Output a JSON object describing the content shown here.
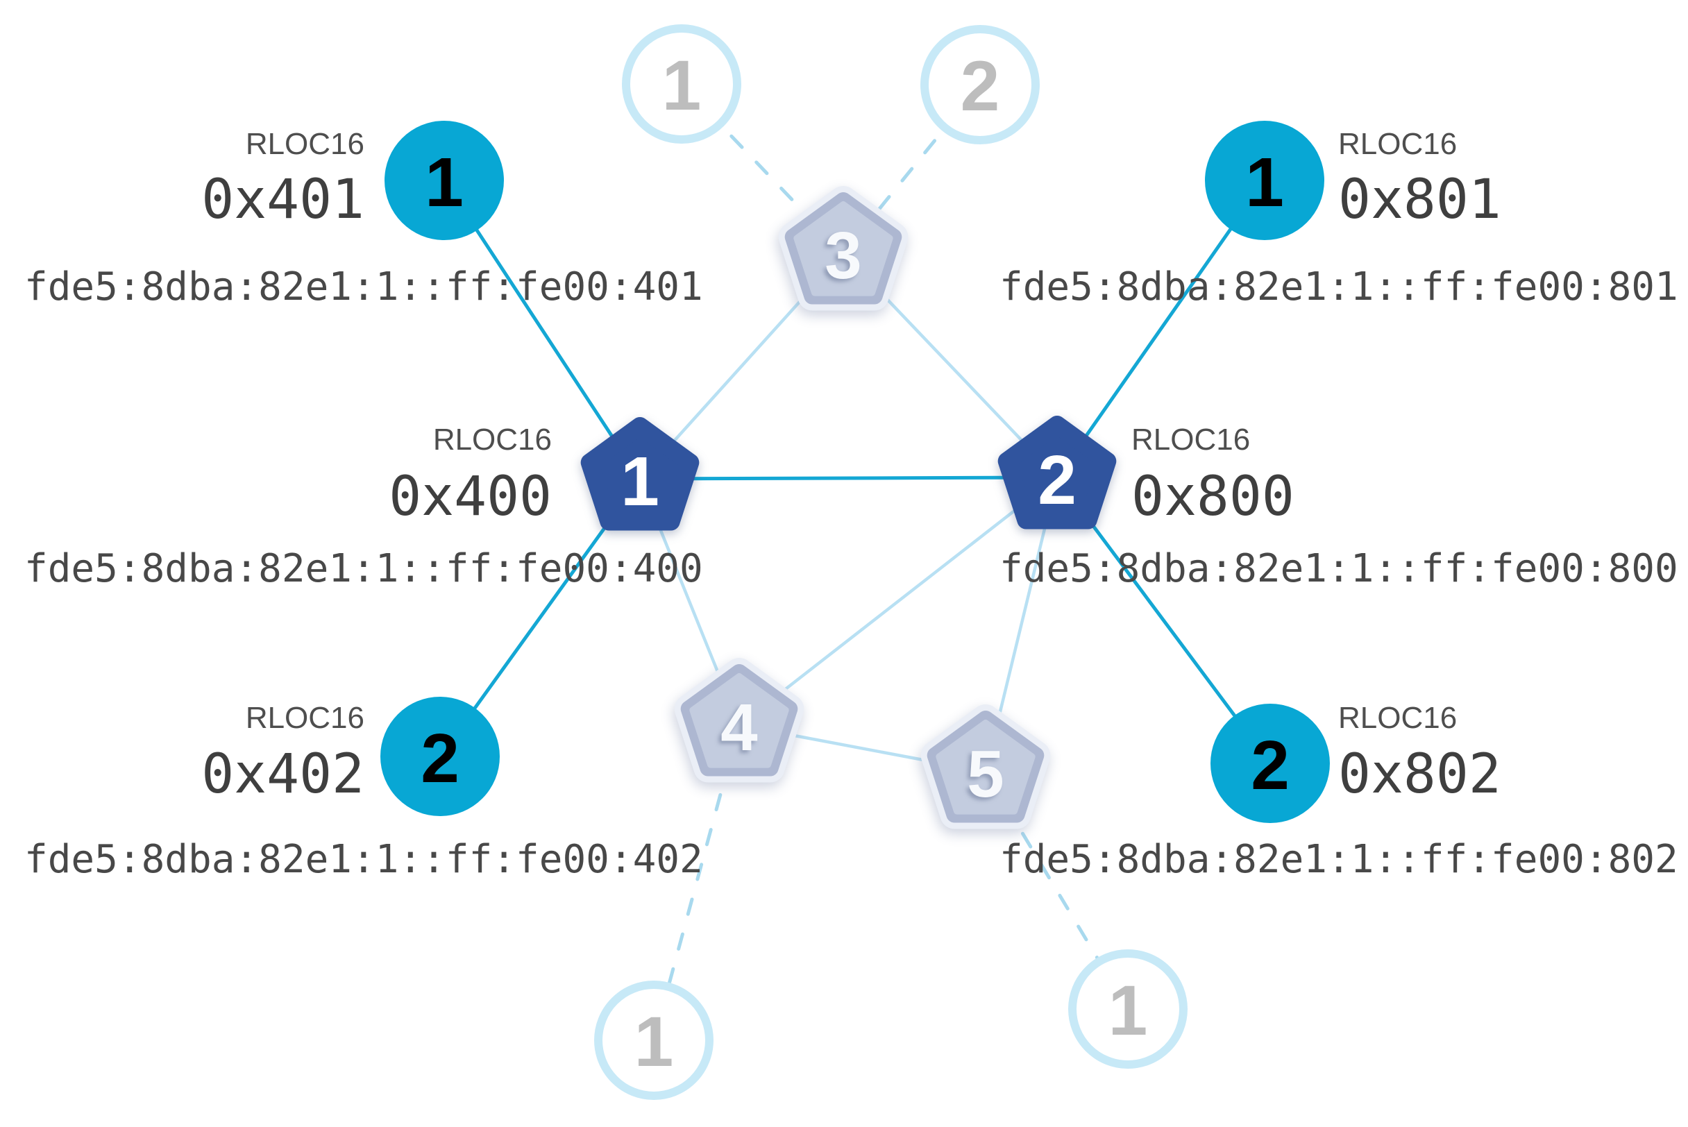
{
  "diagram": {
    "rloc16_heading": "RLOC16",
    "colors": {
      "active_child_fill": "#08a7d4",
      "active_router_fill": "#30549e",
      "active_link": "#14a7d4",
      "mesh_link": "#b8e0f3",
      "faded_link": "#a8d9ee",
      "faded_router_fill": "#c3ccdf",
      "faded_router_rim": "#adb7d1",
      "faded_child_ring": "#c7e9f7",
      "faded_number": "#bdbdbd",
      "text_dark": "#3f3f3f"
    },
    "routers": [
      {
        "label": "1",
        "rloc16": "0x400",
        "ipv6": "fde5:8dba:82e1:1::ff:fe00:400"
      },
      {
        "label": "2",
        "rloc16": "0x800",
        "ipv6": "fde5:8dba:82e1:1::ff:fe00:800"
      }
    ],
    "children": [
      {
        "label": "1",
        "rloc16": "0x401",
        "ipv6": "fde5:8dba:82e1:1::ff:fe00:401"
      },
      {
        "label": "1",
        "rloc16": "0x801",
        "ipv6": "fde5:8dba:82e1:1::ff:fe00:801"
      },
      {
        "label": "2",
        "rloc16": "0x402",
        "ipv6": "fde5:8dba:82e1:1::ff:fe00:402"
      },
      {
        "label": "2",
        "rloc16": "0x802",
        "ipv6": "fde5:8dba:82e1:1::ff:fe00:802"
      }
    ],
    "faded_routers": [
      {
        "label": "3"
      },
      {
        "label": "4"
      },
      {
        "label": "5"
      }
    ],
    "faded_children": [
      {
        "label": "1"
      },
      {
        "label": "2"
      },
      {
        "label": "1"
      },
      {
        "label": "1"
      }
    ]
  }
}
